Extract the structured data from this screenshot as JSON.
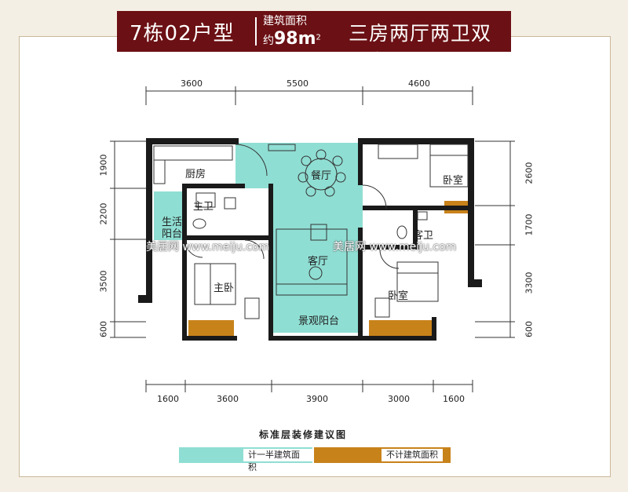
{
  "banner": {
    "unit": "7栋02户型",
    "area_label": "建筑面积",
    "area_prefix": "约",
    "area_value": "98m",
    "area_sup": "2",
    "layout": "三房两厅两卫双阳台"
  },
  "dims_top": [
    "3600",
    "5500",
    "4600"
  ],
  "dims_bottom": [
    "1600",
    "3600",
    "3900",
    "3000",
    "1600"
  ],
  "dims_left": [
    "1900",
    "2200",
    "3500",
    "600"
  ],
  "dims_right": [
    "2600",
    "1700",
    "3300",
    "600"
  ],
  "rooms": {
    "kitchen": "厨房",
    "dining": "餐厅",
    "bedroom_ne": "卧室",
    "master_bath": "主卫",
    "service_balcony": "生活阳台",
    "guest_bath": "客卫",
    "living": "客厅",
    "master_bedroom": "主卧",
    "bedroom_se": "卧室",
    "view_balcony": "景观阳台"
  },
  "watermark": [
    "美居网 www.meiju.com",
    "美居网 www.meiju.com"
  ],
  "caption": "标准层装修建议图",
  "legend": [
    {
      "label": "计一半建筑面积",
      "color": "#8fded3"
    },
    {
      "label": "不计建筑面积",
      "color": "#c8821a"
    }
  ],
  "colors": {
    "half_area": "#8fded3",
    "no_area": "#c8821a",
    "wall": "#1a1a1a",
    "banner": "#6b1014"
  }
}
